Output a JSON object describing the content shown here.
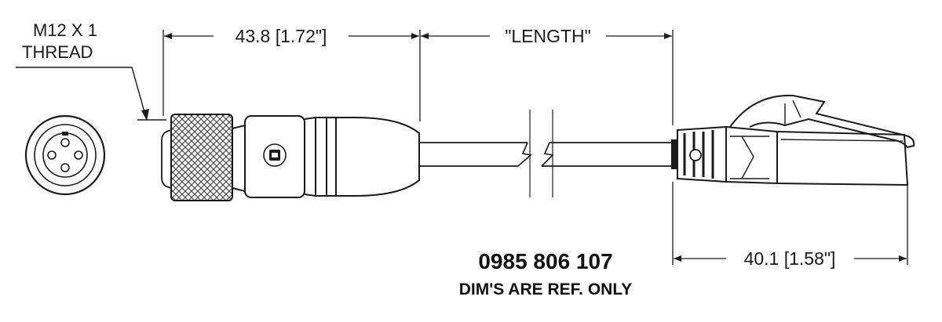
{
  "drawing": {
    "thread_callout": {
      "line1": "M12 X 1",
      "line2": "THREAD"
    },
    "dimensions": {
      "connector_length": "43.8 [1.72\"]",
      "cable_length": "\"LENGTH\"",
      "plug_length": "40.1 [1.58\"]"
    },
    "part_number": "0985 806 107",
    "note": "DIM'S ARE REF. ONLY"
  }
}
